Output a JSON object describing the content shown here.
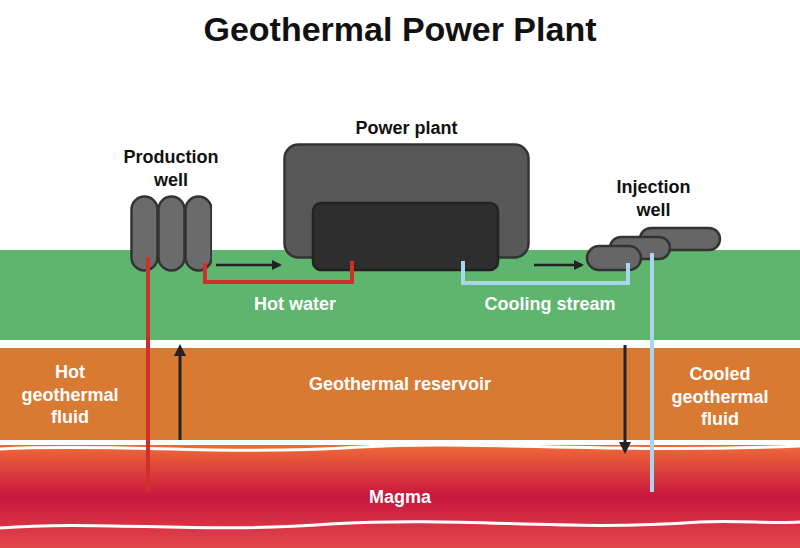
{
  "diagram": {
    "title": "Geothermal Power Plant",
    "nodes": [
      {
        "text": [
          "Production well"
        ]
      },
      {
        "text": [
          "Power plant"
        ]
      },
      {
        "text": [
          "Injection well"
        ]
      },
      {
        "text": [
          "Geothermal reservoir"
        ]
      },
      {
        "text": [
          "Magma"
        ]
      }
    ],
    "edges": [
      {
        "from": 0,
        "to": 1,
        "arrow": "to",
        "label": "Hot water"
      },
      {
        "from": 1,
        "to": 2,
        "arrow": "to",
        "label": "Cooling stream"
      }
    ],
    "labels": [
      "Hot geothermal fluid",
      "Cooled geothermal fluid"
    ]
  }
}
